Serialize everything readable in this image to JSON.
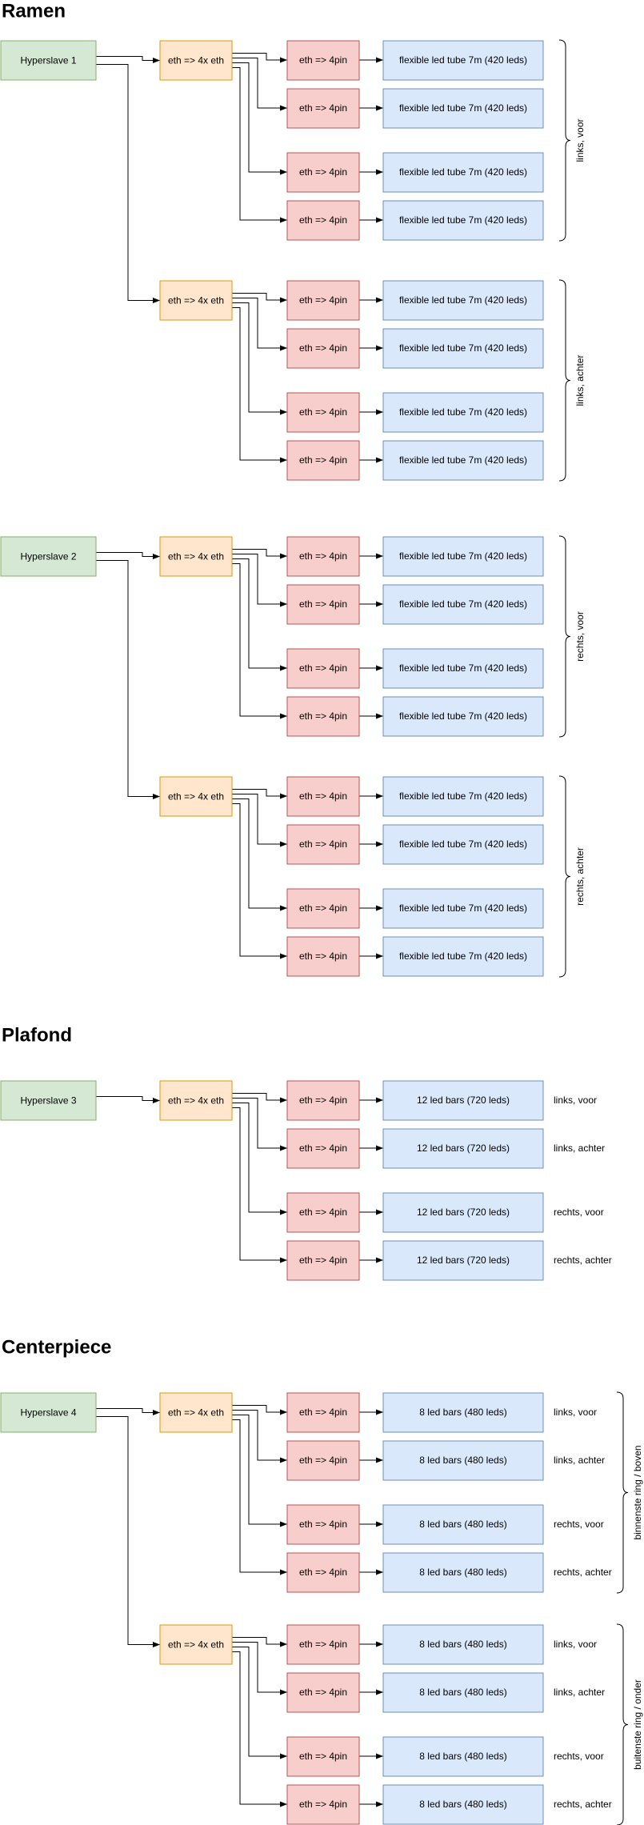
{
  "colors": {
    "hyperslave": {
      "fill": "#d5e8d4",
      "stroke": "#82b366"
    },
    "splitter": {
      "fill": "#ffe6cc",
      "stroke": "#d79b00"
    },
    "adapter": {
      "fill": "#f8cecc",
      "stroke": "#b85450"
    },
    "led": {
      "fill": "#dae8fc",
      "stroke": "#6c8ebf"
    },
    "line": "#000000"
  },
  "sections": [
    {
      "title": "Ramen",
      "hyperslaves": [
        {
          "label": "Hyperslave 1",
          "splitters": [
            {
              "label": "eth => 4x eth",
              "outputs": [
                {
                  "adapter": "eth => 4pin",
                  "led": "flexible led tube 7m (420 leds)",
                  "side": ""
                },
                {
                  "adapter": "eth => 4pin",
                  "led": "flexible led tube 7m (420 leds)",
                  "side": ""
                },
                {
                  "adapter": "eth => 4pin",
                  "led": "flexible led tube 7m (420 leds)",
                  "side": ""
                },
                {
                  "adapter": "eth => 4pin",
                  "led": "flexible led tube 7m (420 leds)",
                  "side": ""
                }
              ],
              "brace": "links, voor"
            },
            {
              "label": "eth => 4x eth",
              "outputs": [
                {
                  "adapter": "eth => 4pin",
                  "led": "flexible led tube 7m (420 leds)",
                  "side": ""
                },
                {
                  "adapter": "eth => 4pin",
                  "led": "flexible led tube 7m (420 leds)",
                  "side": ""
                },
                {
                  "adapter": "eth => 4pin",
                  "led": "flexible led tube 7m (420 leds)",
                  "side": ""
                },
                {
                  "adapter": "eth => 4pin",
                  "led": "flexible led tube 7m (420 leds)",
                  "side": ""
                }
              ],
              "brace": "links, achter"
            }
          ]
        },
        {
          "label": "Hyperslave 2",
          "splitters": [
            {
              "label": "eth => 4x eth",
              "outputs": [
                {
                  "adapter": "eth => 4pin",
                  "led": "flexible led tube 7m (420 leds)",
                  "side": ""
                },
                {
                  "adapter": "eth => 4pin",
                  "led": "flexible led tube 7m (420 leds)",
                  "side": ""
                },
                {
                  "adapter": "eth => 4pin",
                  "led": "flexible led tube 7m (420 leds)",
                  "side": ""
                },
                {
                  "adapter": "eth => 4pin",
                  "led": "flexible led tube 7m (420 leds)",
                  "side": ""
                }
              ],
              "brace": "rechts, voor"
            },
            {
              "label": "eth => 4x eth",
              "outputs": [
                {
                  "adapter": "eth => 4pin",
                  "led": "flexible led tube 7m (420 leds)",
                  "side": ""
                },
                {
                  "adapter": "eth => 4pin",
                  "led": "flexible led tube 7m (420 leds)",
                  "side": ""
                },
                {
                  "adapter": "eth => 4pin",
                  "led": "flexible led tube 7m (420 leds)",
                  "side": ""
                },
                {
                  "adapter": "eth => 4pin",
                  "led": "flexible led tube 7m (420 leds)",
                  "side": ""
                }
              ],
              "brace": "rechts, achter"
            }
          ]
        }
      ]
    },
    {
      "title": "Plafond",
      "hyperslaves": [
        {
          "label": "Hyperslave 3",
          "splitters": [
            {
              "label": "eth => 4x eth",
              "outputs": [
                {
                  "adapter": "eth => 4pin",
                  "led": "12 led bars (720 leds)",
                  "side": "links, voor"
                },
                {
                  "adapter": "eth => 4pin",
                  "led": "12 led bars (720 leds)",
                  "side": "links, achter"
                },
                {
                  "adapter": "eth => 4pin",
                  "led": "12 led bars (720 leds)",
                  "side": "rechts, voor"
                },
                {
                  "adapter": "eth => 4pin",
                  "led": "12 led bars (720 leds)",
                  "side": "rechts, achter"
                }
              ],
              "brace": ""
            }
          ]
        }
      ]
    },
    {
      "title": "Centerpiece",
      "hyperslaves": [
        {
          "label": "Hyperslave 4",
          "splitters": [
            {
              "label": "eth => 4x eth",
              "outputs": [
                {
                  "adapter": "eth => 4pin",
                  "led": "8 led bars (480 leds)",
                  "side": "links, voor"
                },
                {
                  "adapter": "eth => 4pin",
                  "led": "8 led bars (480 leds)",
                  "side": "links, achter"
                },
                {
                  "adapter": "eth => 4pin",
                  "led": "8 led bars (480 leds)",
                  "side": "rechts, voor"
                },
                {
                  "adapter": "eth => 4pin",
                  "led": "8 led bars (480 leds)",
                  "side": "rechts, achter"
                }
              ],
              "brace": "binnenste ring / boven"
            },
            {
              "label": "eth => 4x eth",
              "outputs": [
                {
                  "adapter": "eth => 4pin",
                  "led": "8 led bars (480 leds)",
                  "side": "links, voor"
                },
                {
                  "adapter": "eth => 4pin",
                  "led": "8 led bars (480 leds)",
                  "side": "links, achter"
                },
                {
                  "adapter": "eth => 4pin",
                  "led": "8 led bars (480 leds)",
                  "side": "rechts, voor"
                },
                {
                  "adapter": "eth => 4pin",
                  "led": "8 led bars (480 leds)",
                  "side": "rechts, achter"
                }
              ],
              "brace": "buitenste ring / onder"
            }
          ]
        }
      ]
    }
  ]
}
